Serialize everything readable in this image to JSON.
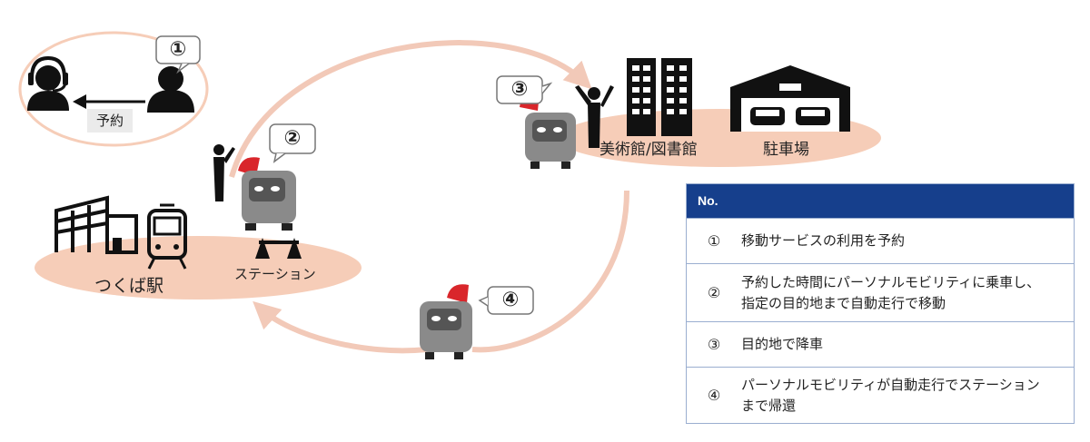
{
  "reservation": {
    "step_badge": "①",
    "label": "予約"
  },
  "stations": {
    "tsukuba_label": "つくば駅",
    "station_label": "ステーション",
    "station_badge": "②"
  },
  "destination": {
    "badge": "③",
    "museum_label": "美術館/図書館",
    "parking_label": "駐車場"
  },
  "return": {
    "badge": "④"
  },
  "table": {
    "header": "No.",
    "rows": [
      {
        "num": "①",
        "text_lines": [
          "移動サービスの利用を予約"
        ]
      },
      {
        "num": "②",
        "text_lines": [
          "予約した時間にパーソナルモビリティに乗車し、",
          "指定の目的地まで自動走行で移動"
        ]
      },
      {
        "num": "③",
        "text_lines": [
          "目的地で降車"
        ]
      },
      {
        "num": "④",
        "text_lines": [
          "パーソナルモビリティが自動走行でステーション",
          "まで帰還"
        ]
      }
    ]
  },
  "colors": {
    "ellipse_fill": "#f6cdb8",
    "arc_stroke": "#f2c9b8",
    "table_header": "#163f8c",
    "table_border": "#9aaed0",
    "icon_black": "#111111"
  }
}
